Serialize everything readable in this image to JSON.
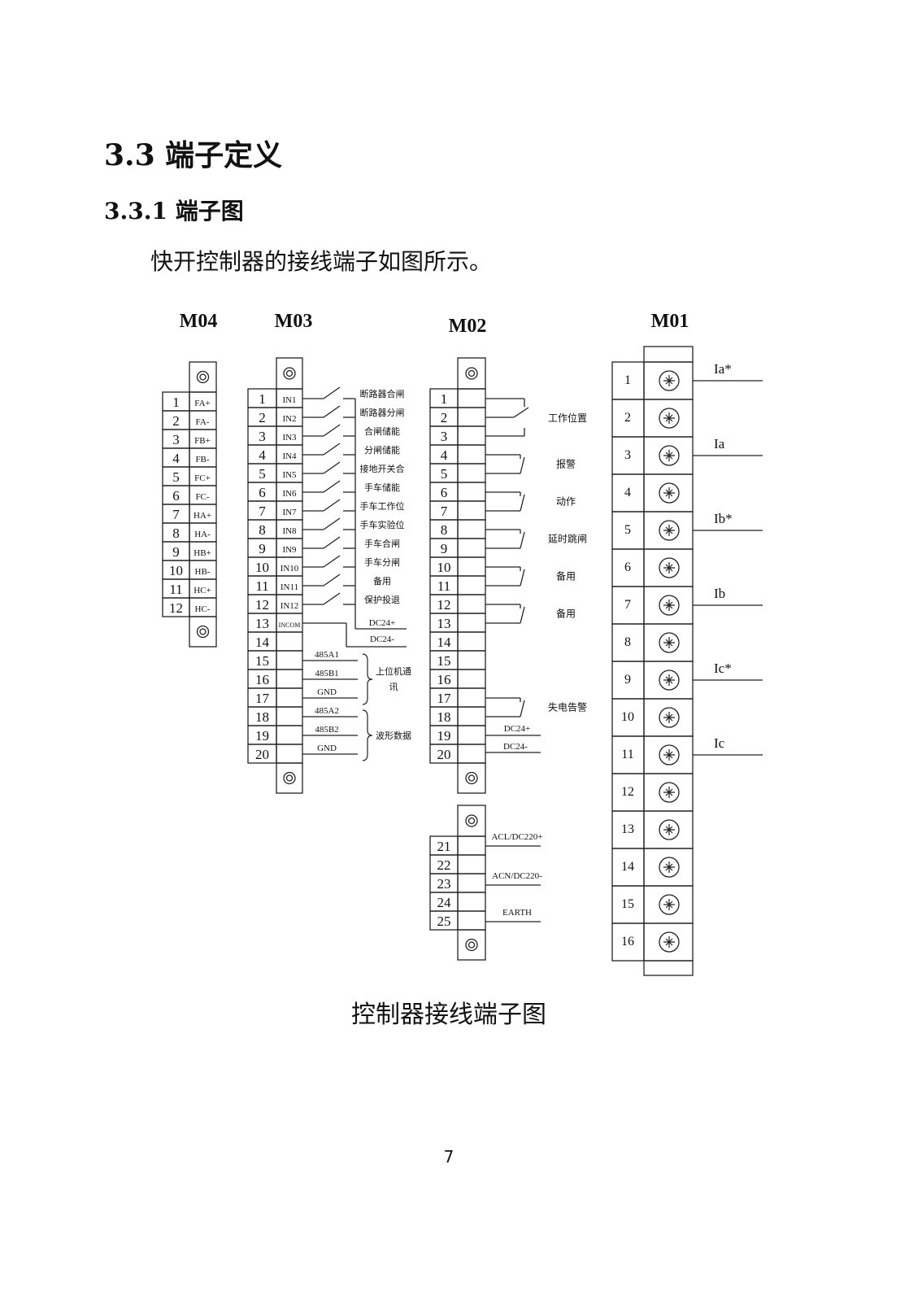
{
  "heading": "3.3 端子定义",
  "subheading": "3.3.1 端子图",
  "paragraph": "快开控制器的接线端子如图所示。",
  "caption": "控制器接线端子图",
  "page_number": "7",
  "diagram": {
    "M04": {
      "title": "M04",
      "labels": [
        "FA+",
        "FA-",
        "FB+",
        "FB-",
        "FC+",
        "FC-",
        "HA+",
        "HA-",
        "HB+",
        "HB-",
        "HC+",
        "HC-"
      ]
    },
    "M03": {
      "title": "M03",
      "labels": [
        "IN1",
        "IN2",
        "IN3",
        "IN4",
        "IN5",
        "IN6",
        "IN7",
        "IN8",
        "IN9",
        "IN10",
        "IN11",
        "IN12",
        "INCOM"
      ],
      "inputs": [
        "断路器合闸",
        "断路器分闸",
        "合闸储能",
        "分闸储能",
        "接地开关合",
        "手车储能",
        "手车工作位",
        "手车实验位",
        "手车合闸",
        "手车分闸",
        "备用",
        "保护投退"
      ],
      "dc_plus": "DC24+",
      "dc_minus": "DC24-",
      "comm": [
        "485A1",
        "485B1",
        "GND",
        "485A2",
        "485B2",
        "GND"
      ],
      "comm_group1": [
        "上位机通",
        "讯"
      ],
      "comm_group2": "波形数据"
    },
    "M02": {
      "title": "M02",
      "pos_label": "工作位置",
      "pairs": [
        {
          "rows": [
            4,
            5
          ],
          "label": "报警"
        },
        {
          "rows": [
            6,
            7
          ],
          "label": "动作"
        },
        {
          "rows": [
            8,
            9
          ],
          "label": "延时跳闸"
        },
        {
          "rows": [
            10,
            11
          ],
          "label": "备用"
        },
        {
          "rows": [
            12,
            13
          ],
          "label": "备用"
        },
        {
          "rows": [
            17,
            18
          ],
          "label": "失电告警"
        }
      ],
      "dc_plus": "DC24+",
      "dc_minus": "DC24-",
      "power": [
        "ACL/DC220+",
        "ACN/DC220-",
        "EARTH"
      ]
    },
    "M01": {
      "title": "M01",
      "currents": [
        {
          "row": 1,
          "label": "Ia*"
        },
        {
          "row": 3,
          "label": "Ia"
        },
        {
          "row": 5,
          "label": "Ib*"
        },
        {
          "row": 7,
          "label": "Ib"
        },
        {
          "row": 9,
          "label": "Ic*"
        },
        {
          "row": 11,
          "label": "Ic"
        }
      ]
    }
  }
}
